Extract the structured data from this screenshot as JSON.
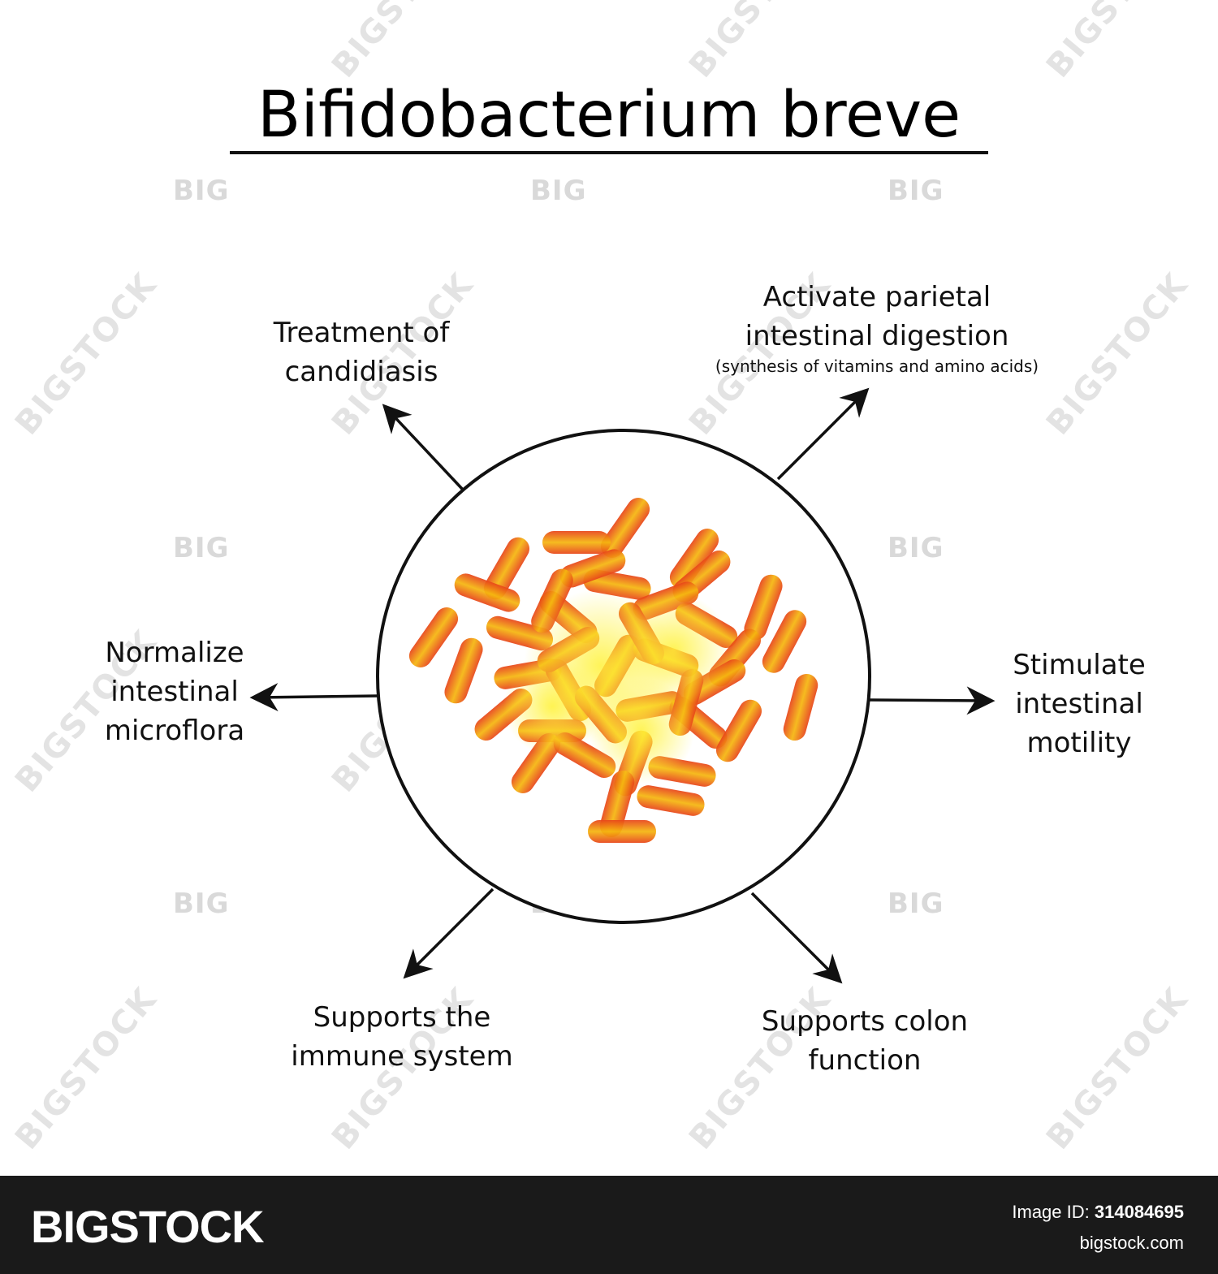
{
  "title": "Bifidobacterium breve",
  "labels": {
    "candidiasis": [
      "Treatment of",
      "candidiasis"
    ],
    "digestion": [
      "Activate parietal",
      "intestinal digestion"
    ],
    "digestion_sub": "(synthesis of vitamins and amino acids)",
    "microflora": [
      "Normalize",
      "intestinal",
      "microflora"
    ],
    "motility": [
      "Stimulate",
      "intestinal",
      "motility"
    ],
    "immune": [
      "Supports the",
      "immune system"
    ],
    "colon": [
      "Supports colon",
      "function"
    ]
  },
  "watermark": {
    "small": "BIG",
    "diagonal": "BIGSTOCK"
  },
  "footer": {
    "logo": "BIGSTOCK",
    "image_id_label": "Image ID:",
    "image_id": "314084695",
    "site": "bigstock.com"
  },
  "colors": {
    "bacteria_edge": "#e8461a",
    "bacteria_mid": "#f08a10",
    "bacteria_core": "#ffe326",
    "ink": "#111111"
  }
}
